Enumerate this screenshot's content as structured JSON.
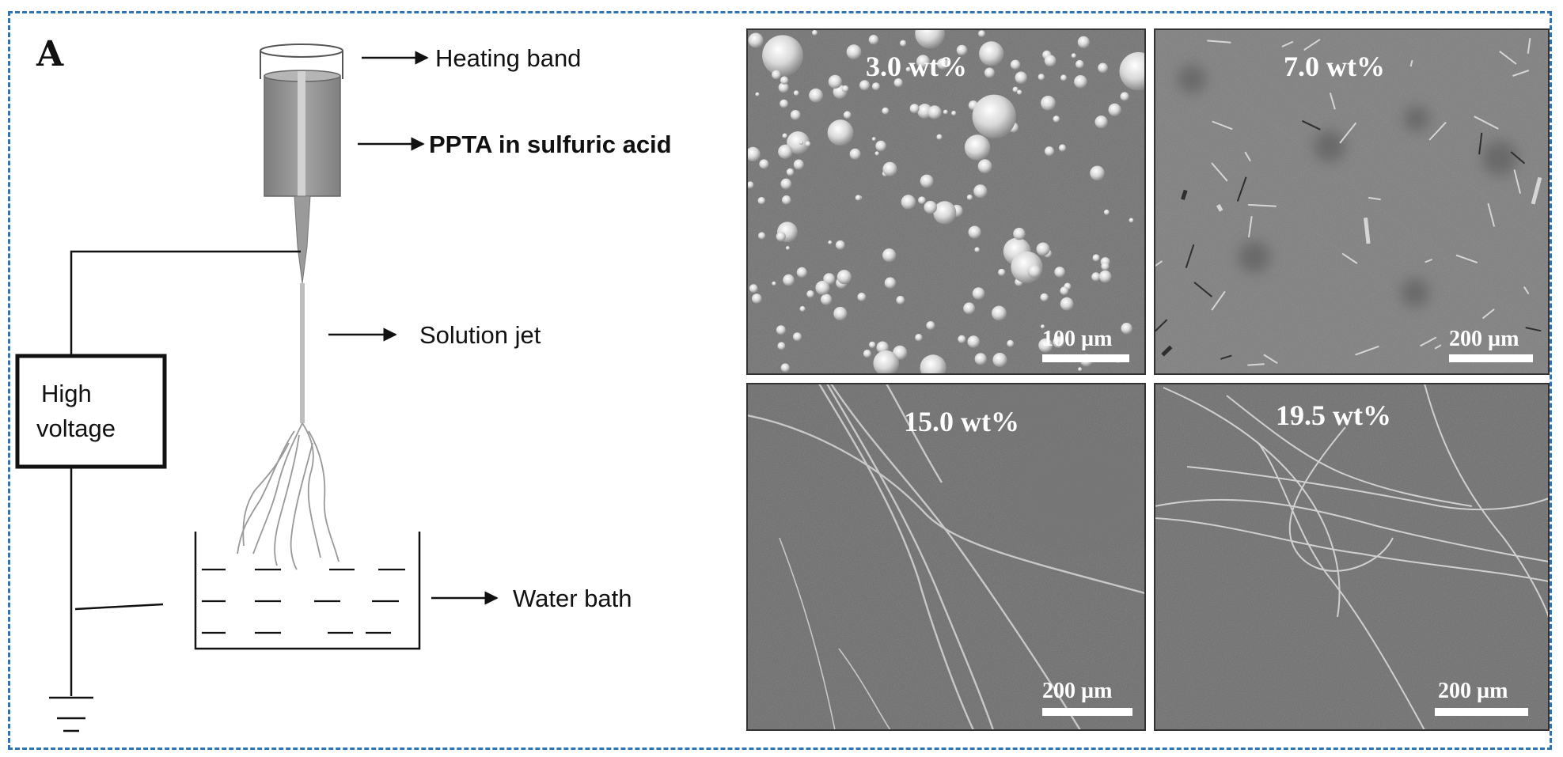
{
  "panel_label": "A",
  "schematic": {
    "labels": {
      "heating_band": "Heating band",
      "solution": "PPTA in sulfuric acid",
      "jet": "Solution jet",
      "power": [
        "High",
        "voltage"
      ],
      "bath": "Water bath"
    }
  },
  "sem_images": [
    {
      "concentration": "3.0 wt%",
      "scale_bar": "100 µm",
      "morphology": "particles"
    },
    {
      "concentration": "7.0 wt%",
      "scale_bar": "200 µm",
      "morphology": "short-rods"
    },
    {
      "concentration": "15.0 wt%",
      "scale_bar": "200 µm",
      "morphology": "fibers"
    },
    {
      "concentration": "19.5 wt%",
      "scale_bar": "200 µm",
      "morphology": "fibers"
    }
  ]
}
